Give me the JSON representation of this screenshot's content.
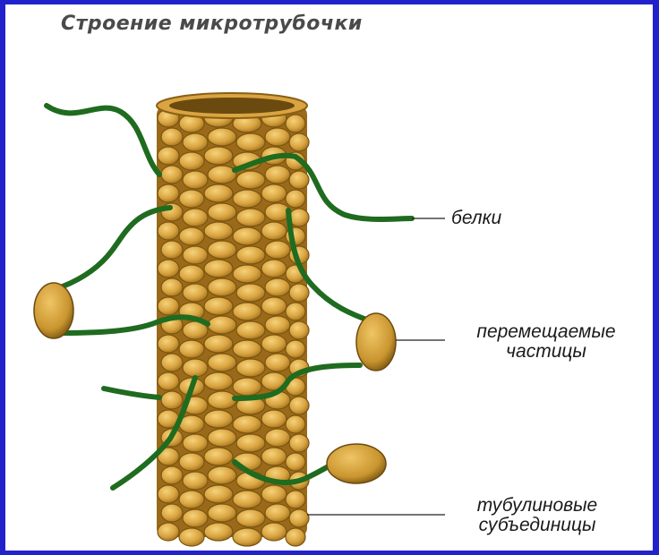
{
  "title": "Строение микротрубочки",
  "labels": {
    "proteins": "белки",
    "particles_line1": "перемещаемые",
    "particles_line2": "частицы",
    "subunits_line1": "тубулиновые",
    "subunits_line2": "субъединицы"
  },
  "colors": {
    "background": "#2222cc",
    "canvas": "#ffffff",
    "tubulin": "#d9a441",
    "tubulin_dark": "#8a5f14",
    "protein_strand": "#1f6b1f",
    "particle": "#c9952f"
  }
}
